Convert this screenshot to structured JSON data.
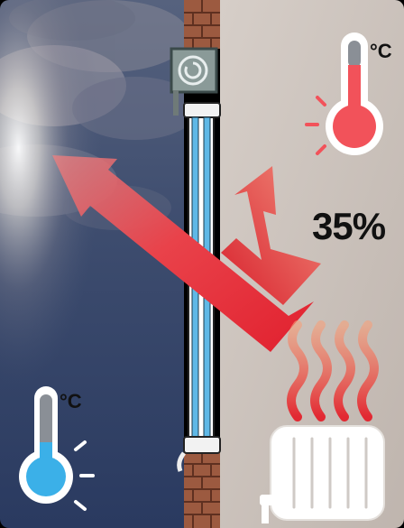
{
  "diagram": {
    "percentage_label": "35%",
    "outdoor_thermometer_unit": "°C",
    "indoor_thermometer_unit": "°C"
  },
  "colors": {
    "sky_top": "#4a5878",
    "sky_bottom": "#2c3d62",
    "indoor_wall": "#cdc4be",
    "heat_arrow": "#e8323c",
    "cold_fluid": "#3bb0e8",
    "warm_fluid": "#f2525a",
    "window_glass": "#5fb8e6",
    "brick": "#9c5a40"
  },
  "icons": {
    "outdoor": "thermometer-cold-icon",
    "indoor": "thermometer-warm-icon",
    "roller_shutter": "roller-shutter-box-icon",
    "radiator": "radiator-icon",
    "heat_waves": "heat-waves-icon"
  }
}
